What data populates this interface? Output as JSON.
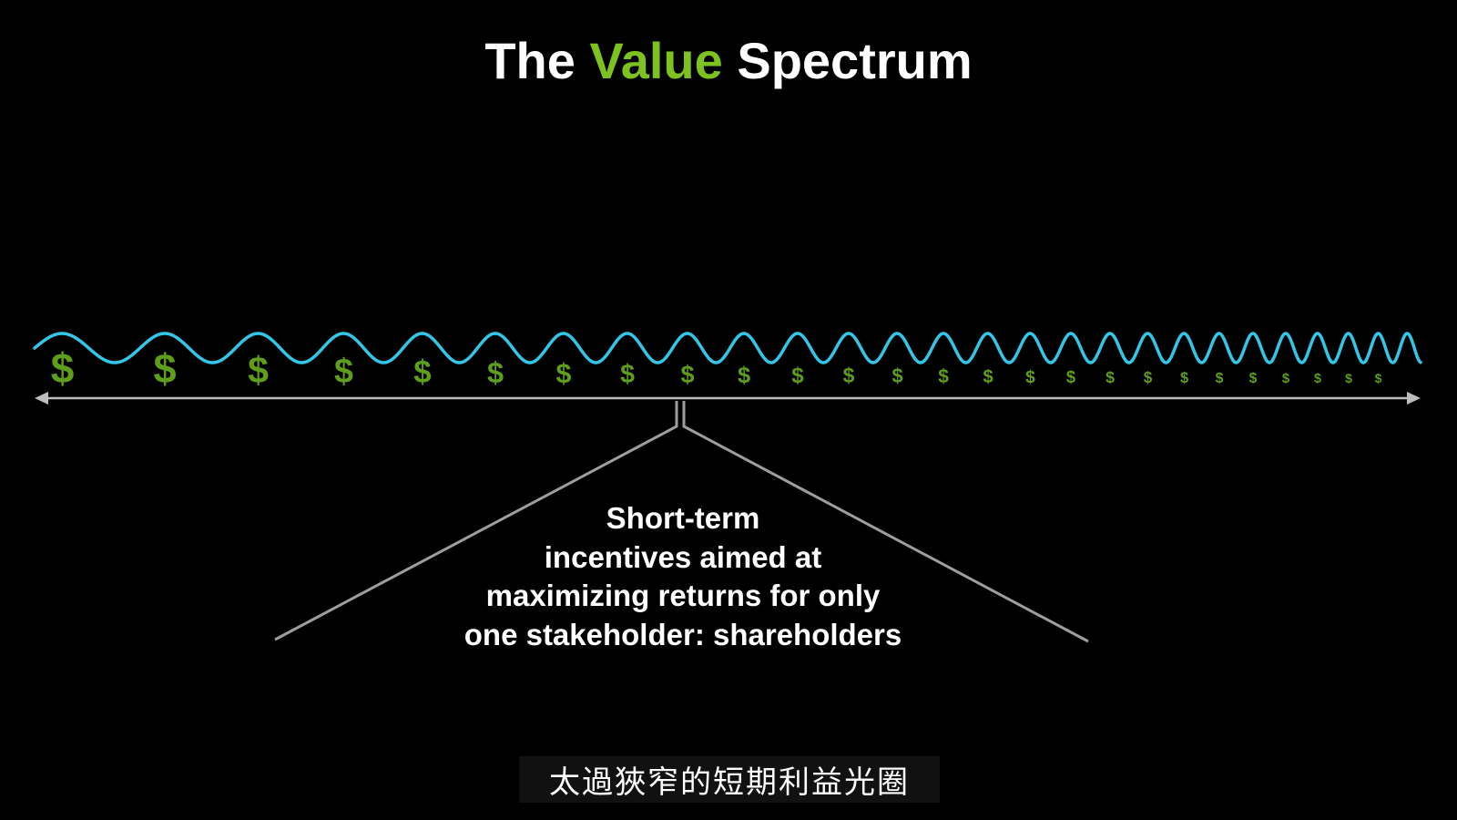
{
  "title": {
    "part1": "The ",
    "part2": "Value",
    "part3": " Spectrum"
  },
  "callout": {
    "lines": [
      "Short-term",
      "incentives aimed at",
      "maximizing returns for only",
      "one stakeholder: shareholders"
    ]
  },
  "subtitle": "太過狹窄的短期利益光圈",
  "dollar_sign": "$",
  "colors": {
    "background": "#000000",
    "title": "#ffffff",
    "title_accent": "#7dc21e",
    "wave": "#33c6e6",
    "dollar": "#5f9e1a",
    "axis": "#bdbdbd",
    "callout_lines": "#9e9e9e",
    "text": "#ffffff"
  },
  "icons": [
    "double-arrow-axis",
    "wave-line",
    "dollar-sign",
    "callout-bracket"
  ]
}
